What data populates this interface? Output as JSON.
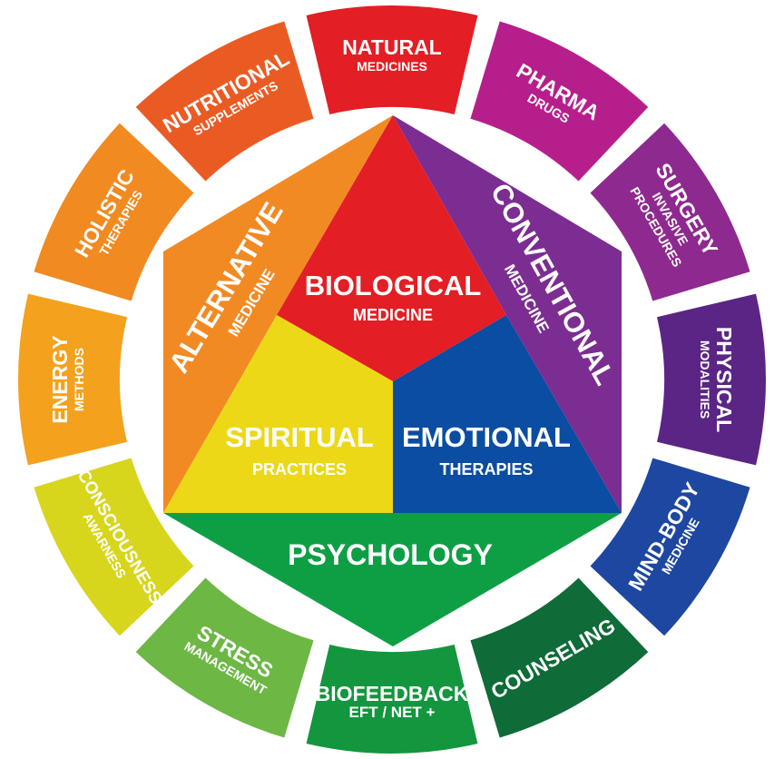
{
  "ring_segments": [
    {
      "id": "natural",
      "title": "NATURAL",
      "subtitle": "MEDICINES",
      "color": "#e31e25"
    },
    {
      "id": "pharma",
      "title": "PHARMA",
      "subtitle": "DRUGS",
      "color": "#b61f8b"
    },
    {
      "id": "surgery",
      "title": "SURGERY",
      "subtitle": "INVASIVE|PROCEDURES",
      "color": "#8e2a8f"
    },
    {
      "id": "physical",
      "title": "PHYSICAL",
      "subtitle": "MODALITIES",
      "color": "#5b2585"
    },
    {
      "id": "mind-body",
      "title": "MIND-BODY",
      "subtitle": "MEDICINE",
      "color": "#1d47a0"
    },
    {
      "id": "counseling",
      "title": "COUNSELING",
      "subtitle": "",
      "color": "#0f6b37"
    },
    {
      "id": "biofeedback",
      "title": "BIOFEEDBACK",
      "subtitle": "EFT / NET +",
      "color": "#13963e"
    },
    {
      "id": "stress",
      "title": "STRESS",
      "subtitle": "MANAGEMENT",
      "color": "#6db744"
    },
    {
      "id": "consciousness",
      "title": "CONSCIOUSNESS",
      "subtitle": "AWARNESS",
      "color": "#d8d51d"
    },
    {
      "id": "energy",
      "title": "ENERGY",
      "subtitle": "METHODS",
      "color": "#f4a11d"
    },
    {
      "id": "holistic",
      "title": "HOLISTIC",
      "subtitle": "THERAPIES",
      "color": "#f18a21"
    },
    {
      "id": "nutritional",
      "title": "NUTRITIONAL",
      "subtitle": "SUPPLEMENTS",
      "color": "#ea5b24"
    }
  ],
  "inner": {
    "alternative": {
      "title": "ALTERNATIVE",
      "subtitle": "MEDICINE",
      "color": "#f28a24"
    },
    "conventional": {
      "title": "CONVENTIONAL",
      "subtitle": "MEDICINE",
      "color": "#7c2d92"
    },
    "biological": {
      "title": "BIOLOGICAL",
      "subtitle": "MEDICINE",
      "color": "#e31e25"
    },
    "spiritual": {
      "title": "SPIRITUAL",
      "subtitle": "PRACTICES",
      "color": "#ecd816"
    },
    "emotional": {
      "title": "EMOTIONAL",
      "subtitle": "THERAPIES",
      "color": "#0a4da2"
    },
    "psychology": {
      "title": "PSYCHOLOGY",
      "color": "#0e9f45"
    }
  }
}
